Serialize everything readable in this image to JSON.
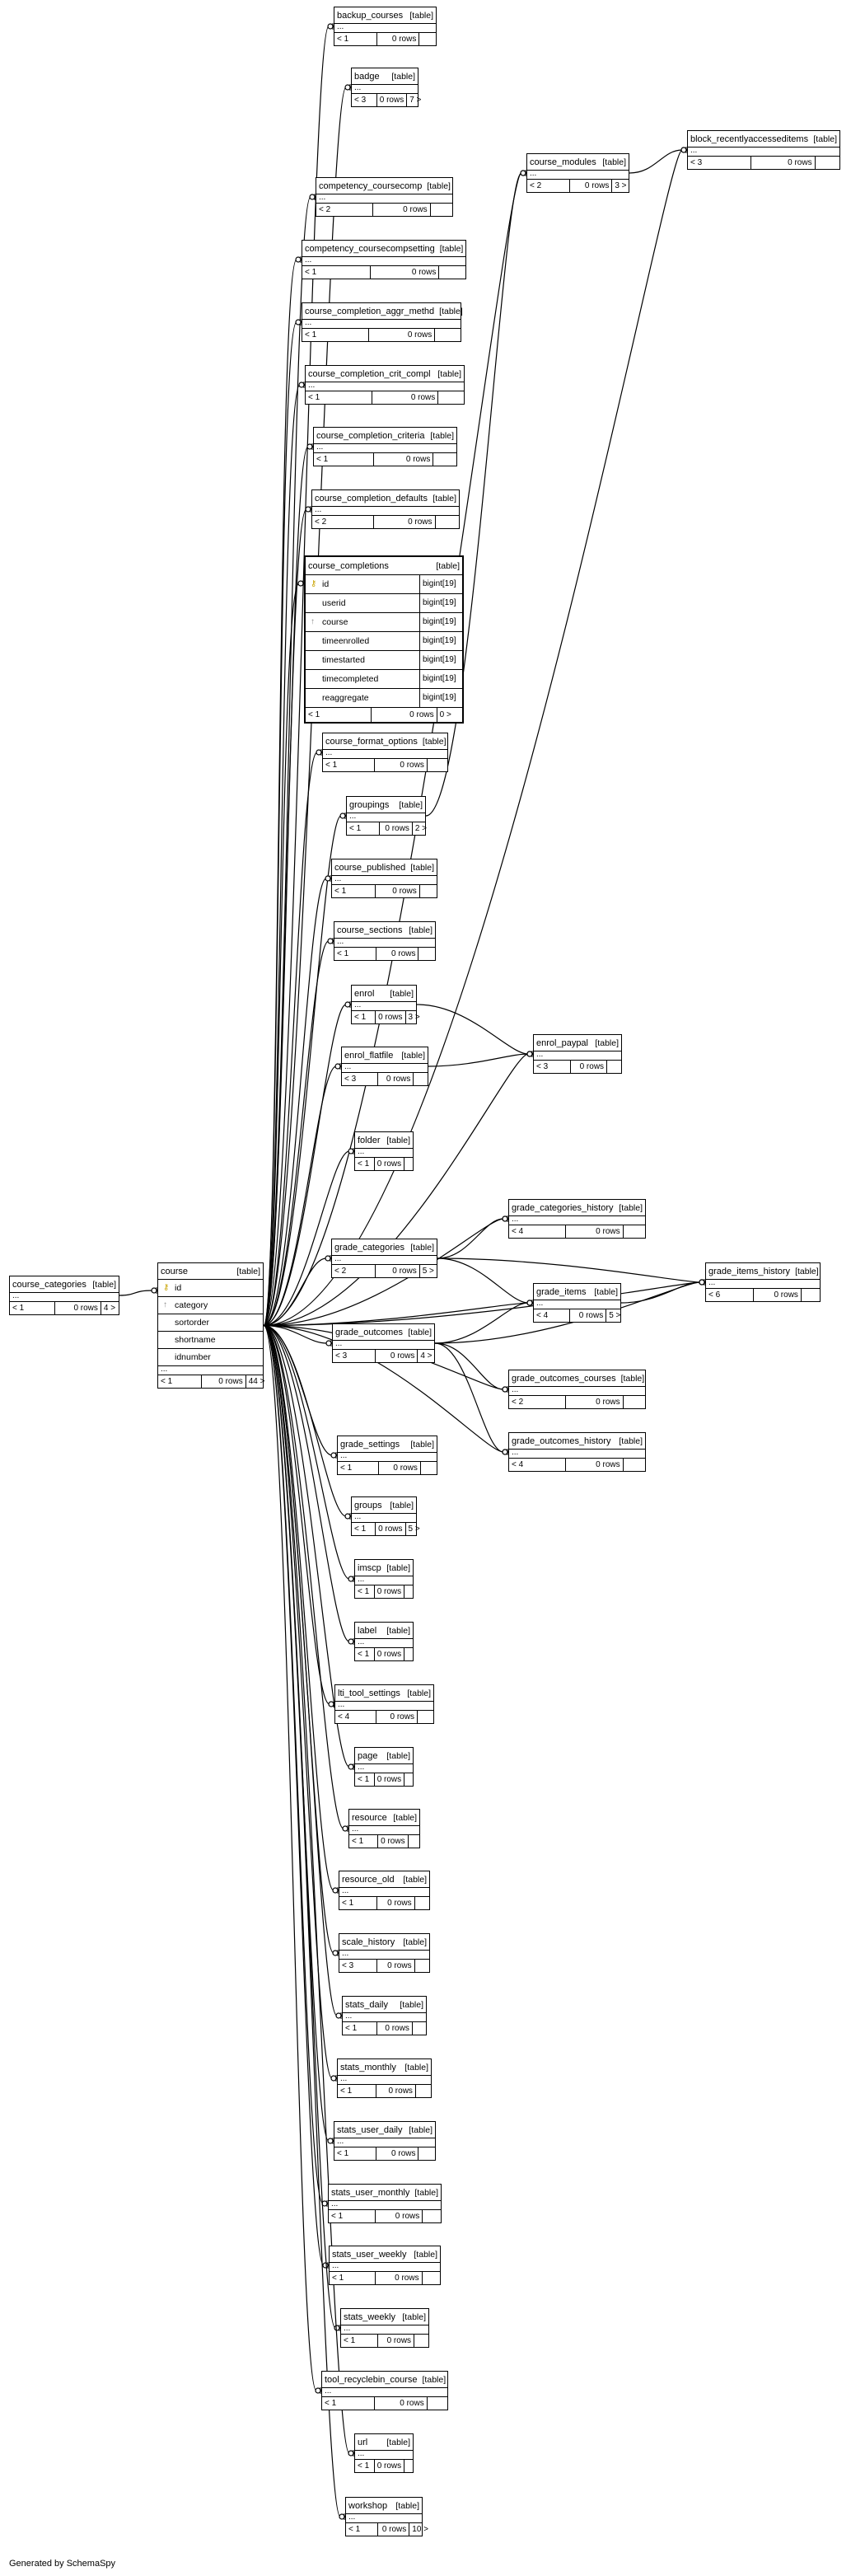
{
  "credit": "Generated by SchemaSpy",
  "type_label": "[table]",
  "course": {
    "name": "course",
    "columns": [
      {
        "name": "id",
        "icon": "primary-key-icon"
      },
      {
        "name": "category",
        "icon": "foreign-key-icon"
      },
      {
        "name": "sortorder",
        "icon": ""
      },
      {
        "name": "shortname",
        "icon": ""
      },
      {
        "name": "idnumber",
        "icon": ""
      }
    ],
    "ellipsis": "...",
    "parents": "< 1",
    "rows": "0 rows",
    "children": "44 >"
  },
  "course_completions": {
    "name": "course_completions",
    "columns": [
      {
        "name": "id",
        "type": "bigint[19]",
        "icon": "primary-key-icon"
      },
      {
        "name": "userid",
        "type": "bigint[19]",
        "icon": ""
      },
      {
        "name": "course",
        "type": "bigint[19]",
        "icon": "foreign-key-icon"
      },
      {
        "name": "timeenrolled",
        "type": "bigint[19]",
        "icon": ""
      },
      {
        "name": "timestarted",
        "type": "bigint[19]",
        "icon": ""
      },
      {
        "name": "timecompleted",
        "type": "bigint[19]",
        "icon": ""
      },
      {
        "name": "reaggregate",
        "type": "bigint[19]",
        "icon": ""
      }
    ],
    "parents": "< 1",
    "rows": "0 rows",
    "children": "0 >"
  },
  "tables": [
    {
      "id": "course_categories",
      "name": "course_categories",
      "parents": "< 1",
      "rows": "0 rows",
      "children": "4 >"
    },
    {
      "id": "backup_courses",
      "name": "backup_courses",
      "parents": "< 1",
      "rows": "0 rows",
      "children": ""
    },
    {
      "id": "badge",
      "name": "badge",
      "parents": "< 3",
      "rows": "0 rows",
      "children": "7 >"
    },
    {
      "id": "course_modules",
      "name": "course_modules",
      "parents": "< 2",
      "rows": "0 rows",
      "children": "3 >"
    },
    {
      "id": "block_recentlyaccesseditems",
      "name": "block_recentlyaccesseditems",
      "parents": "< 3",
      "rows": "0 rows",
      "children": ""
    },
    {
      "id": "competency_coursecomp",
      "name": "competency_coursecomp",
      "parents": "< 2",
      "rows": "0 rows",
      "children": ""
    },
    {
      "id": "competency_coursecompsetting",
      "name": "competency_coursecompsetting",
      "parents": "< 1",
      "rows": "0 rows",
      "children": ""
    },
    {
      "id": "course_completion_aggr_methd",
      "name": "course_completion_aggr_methd",
      "parents": "< 1",
      "rows": "0 rows",
      "children": ""
    },
    {
      "id": "course_completion_crit_compl",
      "name": "course_completion_crit_compl",
      "parents": "< 1",
      "rows": "0 rows",
      "children": ""
    },
    {
      "id": "course_completion_criteria",
      "name": "course_completion_criteria",
      "parents": "< 1",
      "rows": "0 rows",
      "children": ""
    },
    {
      "id": "course_completion_defaults",
      "name": "course_completion_defaults",
      "parents": "< 2",
      "rows": "0 rows",
      "children": ""
    },
    {
      "id": "course_format_options",
      "name": "course_format_options",
      "parents": "< 1",
      "rows": "0 rows",
      "children": ""
    },
    {
      "id": "groupings",
      "name": "groupings",
      "parents": "< 1",
      "rows": "0 rows",
      "children": "2 >"
    },
    {
      "id": "course_published",
      "name": "course_published",
      "parents": "< 1",
      "rows": "0 rows",
      "children": ""
    },
    {
      "id": "course_sections",
      "name": "course_sections",
      "parents": "< 1",
      "rows": "0 rows",
      "children": ""
    },
    {
      "id": "enrol",
      "name": "enrol",
      "parents": "< 1",
      "rows": "0 rows",
      "children": "3 >"
    },
    {
      "id": "enrol_flatfile",
      "name": "enrol_flatfile",
      "parents": "< 3",
      "rows": "0 rows",
      "children": ""
    },
    {
      "id": "enrol_paypal",
      "name": "enrol_paypal",
      "parents": "< 3",
      "rows": "0 rows",
      "children": ""
    },
    {
      "id": "folder",
      "name": "folder",
      "parents": "< 1",
      "rows": "0 rows",
      "children": ""
    },
    {
      "id": "grade_categories_history",
      "name": "grade_categories_history",
      "parents": "< 4",
      "rows": "0 rows",
      "children": ""
    },
    {
      "id": "grade_categories",
      "name": "grade_categories",
      "parents": "< 2",
      "rows": "0 rows",
      "children": "5 >"
    },
    {
      "id": "grade_items",
      "name": "grade_items",
      "parents": "< 4",
      "rows": "0 rows",
      "children": "5 >"
    },
    {
      "id": "grade_items_history",
      "name": "grade_items_history",
      "parents": "< 6",
      "rows": "0 rows",
      "children": ""
    },
    {
      "id": "grade_outcomes",
      "name": "grade_outcomes",
      "parents": "< 3",
      "rows": "0 rows",
      "children": "4 >"
    },
    {
      "id": "grade_outcomes_courses",
      "name": "grade_outcomes_courses",
      "parents": "< 2",
      "rows": "0 rows",
      "children": ""
    },
    {
      "id": "grade_outcomes_history",
      "name": "grade_outcomes_history",
      "parents": "< 4",
      "rows": "0 rows",
      "children": ""
    },
    {
      "id": "grade_settings",
      "name": "grade_settings",
      "parents": "< 1",
      "rows": "0 rows",
      "children": ""
    },
    {
      "id": "groups",
      "name": "groups",
      "parents": "< 1",
      "rows": "0 rows",
      "children": "5 >"
    },
    {
      "id": "imscp",
      "name": "imscp",
      "parents": "< 1",
      "rows": "0 rows",
      "children": ""
    },
    {
      "id": "label",
      "name": "label",
      "parents": "< 1",
      "rows": "0 rows",
      "children": ""
    },
    {
      "id": "lti_tool_settings",
      "name": "lti_tool_settings",
      "parents": "< 4",
      "rows": "0 rows",
      "children": ""
    },
    {
      "id": "page",
      "name": "page",
      "parents": "< 1",
      "rows": "0 rows",
      "children": ""
    },
    {
      "id": "resource",
      "name": "resource",
      "parents": "< 1",
      "rows": "0 rows",
      "children": ""
    },
    {
      "id": "resource_old",
      "name": "resource_old",
      "parents": "< 1",
      "rows": "0 rows",
      "children": ""
    },
    {
      "id": "scale_history",
      "name": "scale_history",
      "parents": "< 3",
      "rows": "0 rows",
      "children": ""
    },
    {
      "id": "stats_daily",
      "name": "stats_daily",
      "parents": "< 1",
      "rows": "0 rows",
      "children": ""
    },
    {
      "id": "stats_monthly",
      "name": "stats_monthly",
      "parents": "< 1",
      "rows": "0 rows",
      "children": ""
    },
    {
      "id": "stats_user_daily",
      "name": "stats_user_daily",
      "parents": "< 1",
      "rows": "0 rows",
      "children": ""
    },
    {
      "id": "stats_user_monthly",
      "name": "stats_user_monthly",
      "parents": "< 1",
      "rows": "0 rows",
      "children": ""
    },
    {
      "id": "stats_user_weekly",
      "name": "stats_user_weekly",
      "parents": "< 1",
      "rows": "0 rows",
      "children": ""
    },
    {
      "id": "stats_weekly",
      "name": "stats_weekly",
      "parents": "< 1",
      "rows": "0 rows",
      "children": ""
    },
    {
      "id": "tool_recyclebin_course",
      "name": "tool_recyclebin_course",
      "parents": "< 1",
      "rows": "0 rows",
      "children": ""
    },
    {
      "id": "url",
      "name": "url",
      "parents": "< 1",
      "rows": "0 rows",
      "children": ""
    },
    {
      "id": "workshop",
      "name": "workshop",
      "parents": "< 1",
      "rows": "0 rows",
      "children": "10 >"
    }
  ],
  "relationships": [
    [
      "course_categories",
      "course"
    ],
    [
      "course",
      "backup_courses"
    ],
    [
      "course",
      "badge"
    ],
    [
      "course",
      "course_modules"
    ],
    [
      "course",
      "block_recentlyaccesseditems"
    ],
    [
      "course",
      "competency_coursecomp"
    ],
    [
      "course",
      "competency_coursecompsetting"
    ],
    [
      "course",
      "course_completion_aggr_methd"
    ],
    [
      "course",
      "course_completion_crit_compl"
    ],
    [
      "course",
      "course_completion_criteria"
    ],
    [
      "course",
      "course_completion_defaults"
    ],
    [
      "course",
      "course_completions"
    ],
    [
      "course",
      "course_format_options"
    ],
    [
      "course",
      "groupings"
    ],
    [
      "course",
      "course_published"
    ],
    [
      "course",
      "course_sections"
    ],
    [
      "course",
      "enrol"
    ],
    [
      "course",
      "enrol_flatfile"
    ],
    [
      "course",
      "enrol_paypal"
    ],
    [
      "course",
      "folder"
    ],
    [
      "course",
      "grade_categories_history"
    ],
    [
      "course",
      "grade_categories"
    ],
    [
      "course",
      "grade_items"
    ],
    [
      "course",
      "grade_items_history"
    ],
    [
      "course",
      "grade_outcomes"
    ],
    [
      "course",
      "grade_outcomes_courses"
    ],
    [
      "course",
      "grade_outcomes_history"
    ],
    [
      "course",
      "grade_settings"
    ],
    [
      "course",
      "groups"
    ],
    [
      "course",
      "imscp"
    ],
    [
      "course",
      "label"
    ],
    [
      "course",
      "lti_tool_settings"
    ],
    [
      "course",
      "page"
    ],
    [
      "course",
      "resource"
    ],
    [
      "course",
      "resource_old"
    ],
    [
      "course",
      "scale_history"
    ],
    [
      "course",
      "stats_daily"
    ],
    [
      "course",
      "stats_monthly"
    ],
    [
      "course",
      "stats_user_daily"
    ],
    [
      "course",
      "stats_user_monthly"
    ],
    [
      "course",
      "stats_user_weekly"
    ],
    [
      "course",
      "stats_weekly"
    ],
    [
      "course",
      "tool_recyclebin_course"
    ],
    [
      "course",
      "url"
    ],
    [
      "course",
      "workshop"
    ],
    [
      "course_modules",
      "block_recentlyaccesseditems"
    ],
    [
      "groupings",
      "course_modules"
    ],
    [
      "enrol",
      "enrol_paypal"
    ],
    [
      "enrol_flatfile",
      "enrol_paypal"
    ],
    [
      "grade_categories",
      "grade_categories_history"
    ],
    [
      "grade_categories",
      "grade_items"
    ],
    [
      "grade_categories",
      "grade_items_history"
    ],
    [
      "grade_items",
      "grade_items_history"
    ],
    [
      "grade_outcomes",
      "grade_items"
    ],
    [
      "grade_outcomes",
      "grade_outcomes_courses"
    ],
    [
      "grade_outcomes",
      "grade_outcomes_history"
    ],
    [
      "grade_outcomes",
      "grade_items_history"
    ]
  ]
}
